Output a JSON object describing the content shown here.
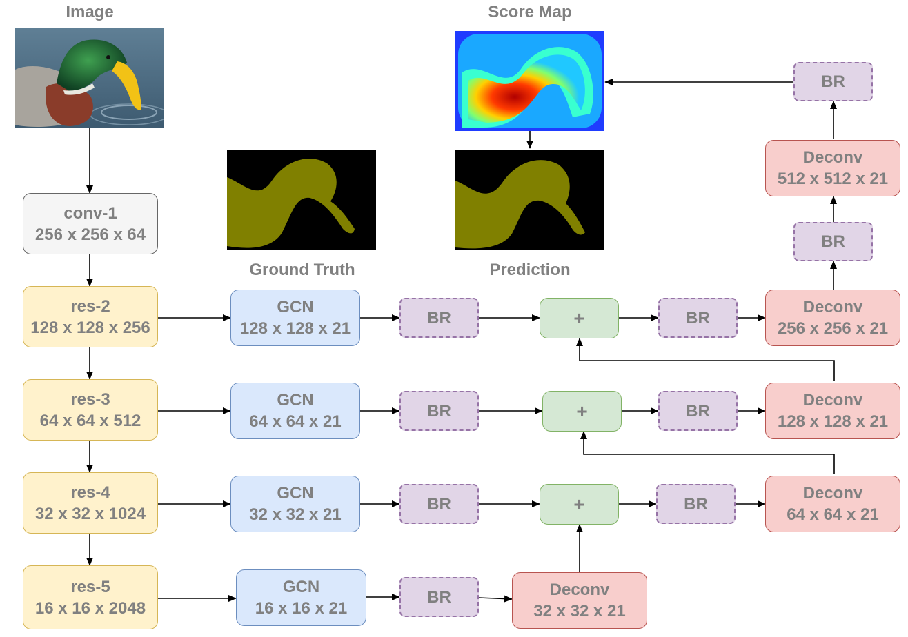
{
  "captions": {
    "image": "Image",
    "score_map": "Score Map",
    "ground_truth": "Ground Truth",
    "prediction": "Prediction"
  },
  "encoder": {
    "conv1": {
      "name": "conv-1",
      "dims": "256 x 256 x 64"
    },
    "res2": {
      "name": "res-2",
      "dims": "128 x 128 x 256"
    },
    "res3": {
      "name": "res-3",
      "dims": "64 x 64 x 512"
    },
    "res4": {
      "name": "res-4",
      "dims": "32 x 32 x 1024"
    },
    "res5": {
      "name": "res-5",
      "dims": "16 x 16 x 2048"
    }
  },
  "gcn": {
    "g2": {
      "name": "GCN",
      "dims": "128 x 128 x 21"
    },
    "g3": {
      "name": "GCN",
      "dims": "64 x 64 x 21"
    },
    "g4": {
      "name": "GCN",
      "dims": "32 x 32 x 21"
    },
    "g5": {
      "name": "GCN",
      "dims": "16 x 16 x 21"
    }
  },
  "br_label": "BR",
  "plus_label": "+",
  "deconv": {
    "d5": {
      "name": "Deconv",
      "dims": "32 x 32 x 21"
    },
    "d4": {
      "name": "Deconv",
      "dims": "64 x 64 x 21"
    },
    "d3": {
      "name": "Deconv",
      "dims": "128 x 128 x 21"
    },
    "d2": {
      "name": "Deconv",
      "dims": "256 x 256 x 21"
    },
    "d1": {
      "name": "Deconv",
      "dims": "512 x 512 x 21"
    }
  },
  "colors": {
    "encoder_fill": "#fff2cc",
    "gcn_fill": "#dae8fc",
    "br_fill": "#e1d5e7",
    "sum_fill": "#d5e8d4",
    "deconv_fill": "#f8cecc",
    "mask_color": "#808000"
  }
}
